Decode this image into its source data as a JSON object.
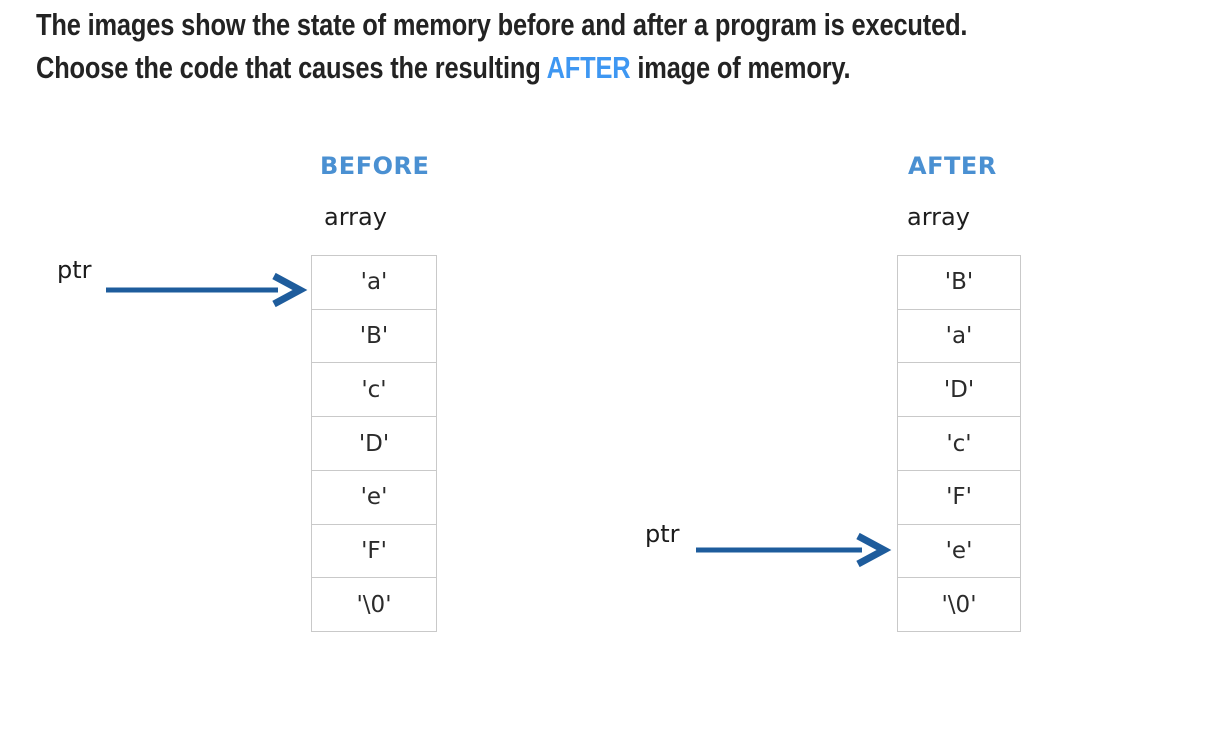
{
  "question": {
    "line1": "The images show the state of memory before and after a program is executed.",
    "line2_pre": "Choose the code that causes the resulting ",
    "line2_highlight": "AFTER",
    "line2_post": " image of memory."
  },
  "before_panel": {
    "title": "BEFORE",
    "array_label": "array",
    "ptr_label": "ptr",
    "ptr_points_to_index": 0,
    "cells": [
      "'a'",
      "'B'",
      "'c'",
      "'D'",
      "'e'",
      "'F'",
      "'\\0'"
    ]
  },
  "after_panel": {
    "title": "AFTER",
    "array_label": "array",
    "ptr_label": "ptr",
    "ptr_points_to_index": 5,
    "cells": [
      "'B'",
      "'a'",
      "'D'",
      "'c'",
      "'F'",
      "'e'",
      "'\\0'"
    ]
  },
  "colors": {
    "heading-blue": "#4a90d2",
    "question-highlight": "#3e97f2",
    "arrow-blue": "#1e5c9c",
    "cell-border": "#c9c9c9"
  }
}
